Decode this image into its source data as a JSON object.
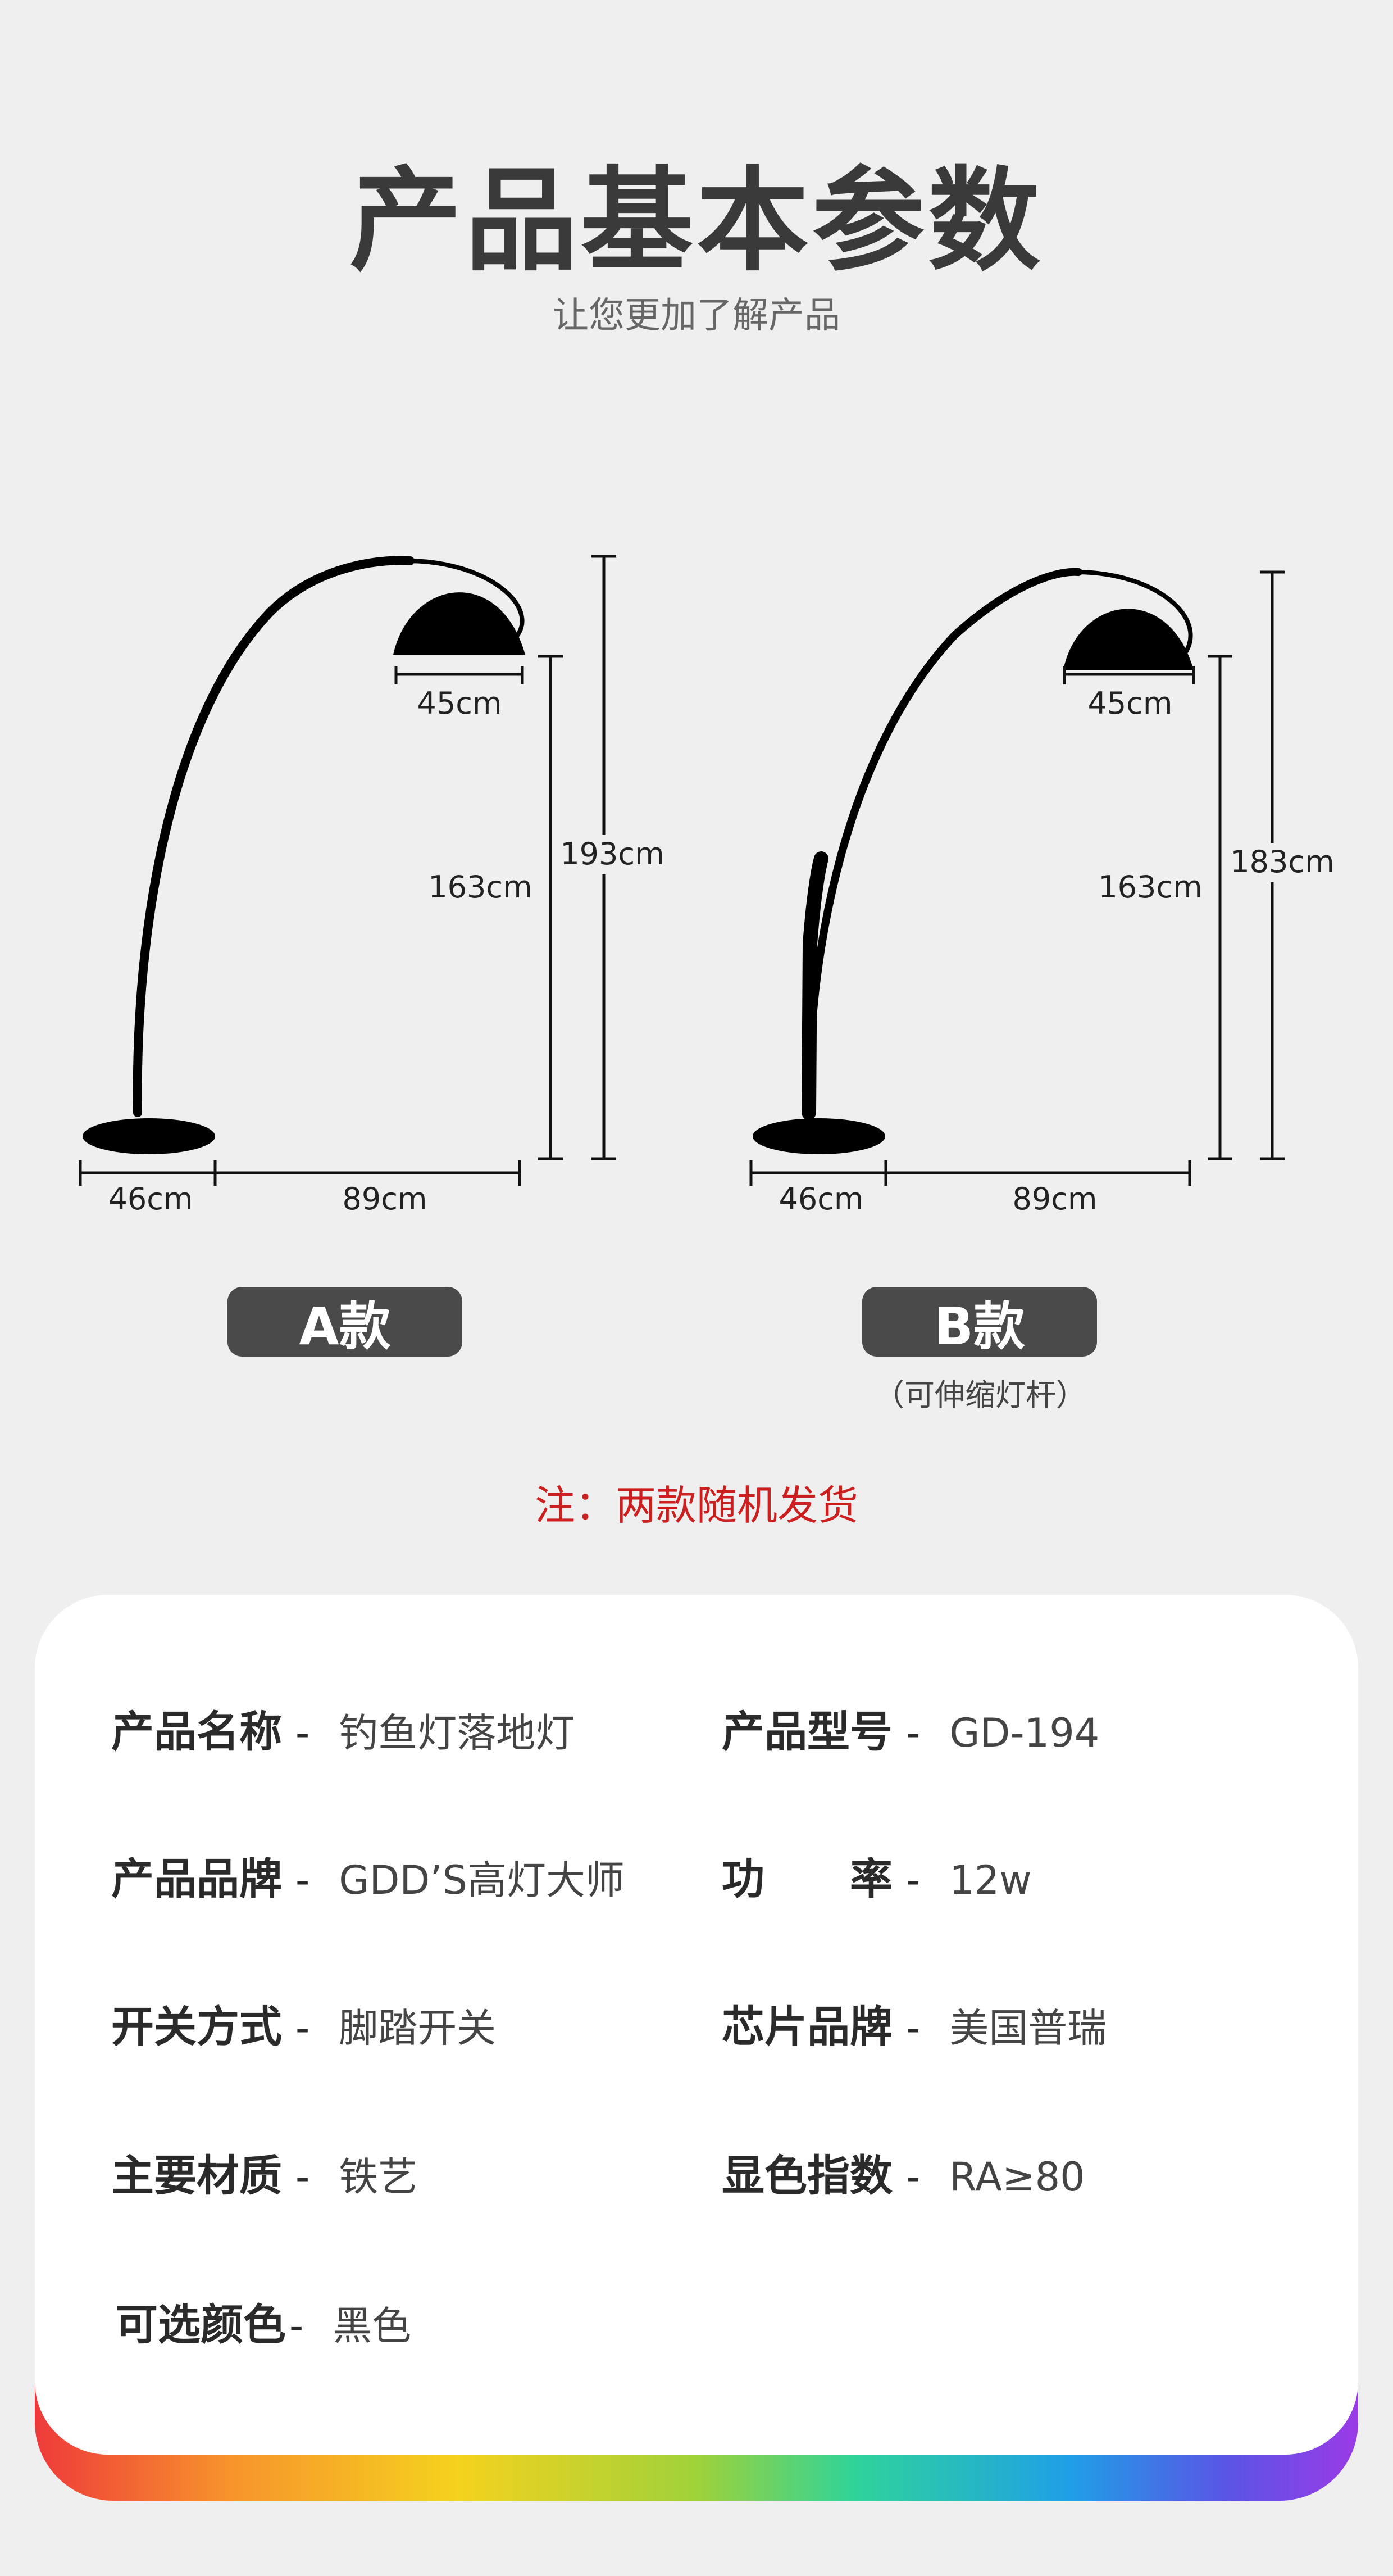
{
  "header": {
    "title": "产品基本参数",
    "subtitle": "让您更加了解产品"
  },
  "diagram": {
    "shade_width": "45cm",
    "lamp_height": "163cm",
    "base_width": "46cm",
    "reach": "89cm",
    "variants": [
      {
        "id": "A",
        "label": "A款",
        "total_height": "193cm",
        "sub": ""
      },
      {
        "id": "B",
        "label": "B款",
        "total_height": "183cm",
        "sub": "（可伸缩灯杆）"
      }
    ]
  },
  "note": "注：两款随机发货",
  "specs": [
    {
      "label": "产品名称",
      "value": "钓鱼灯落地灯"
    },
    {
      "label": "产品型号",
      "value": "GD-194"
    },
    {
      "label": "产品品牌",
      "value": "GDD’S高灯大师"
    },
    {
      "label": "功　　率",
      "value": "12w"
    },
    {
      "label": "开关方式",
      "value": "脚踏开关"
    },
    {
      "label": "芯片品牌",
      "value": "美国普瑞"
    },
    {
      "label": "主要材质",
      "value": "铁艺"
    },
    {
      "label": "显色指数",
      "value": "RA≥80"
    },
    {
      "label": "可选颜色",
      "value": "黑色"
    }
  ],
  "colors": {
    "button_bg": "#4a4a4a",
    "note": "#cc1f1f"
  }
}
